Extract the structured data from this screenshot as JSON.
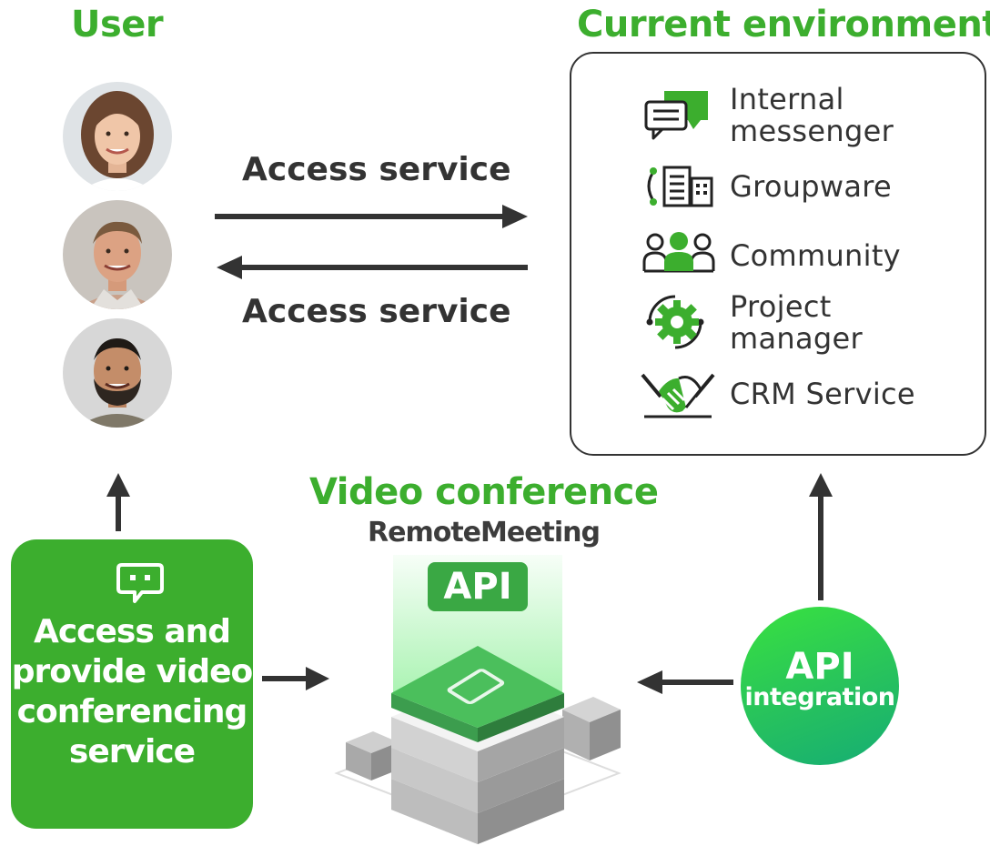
{
  "user_section": {
    "title": "User"
  },
  "environment_section": {
    "title": "Current environment",
    "items": [
      {
        "label": "Internal\nmessenger",
        "icon": "chat-bubbles-icon"
      },
      {
        "label": "Groupware",
        "icon": "office-buildings-icon"
      },
      {
        "label": "Community",
        "icon": "people-group-icon"
      },
      {
        "label": "Project\nmanager",
        "icon": "gear-icon"
      },
      {
        "label": "CRM Service",
        "icon": "handshake-icon"
      }
    ]
  },
  "arrows": {
    "top_label": "Access service",
    "bottom_label": "Access service"
  },
  "video_section": {
    "title": "Video conference",
    "brand": "RemoteMeeting",
    "badge": "API"
  },
  "access_box": {
    "text": "Access and provide video conferencing service",
    "icon": "chat-logo-icon"
  },
  "api_integration": {
    "title": "API",
    "subtitle": "integration"
  },
  "colors": {
    "brand_green": "#3cae2e",
    "text_dark": "#333333",
    "gradient_start": "#39e23f",
    "gradient_end": "#15ad74"
  }
}
